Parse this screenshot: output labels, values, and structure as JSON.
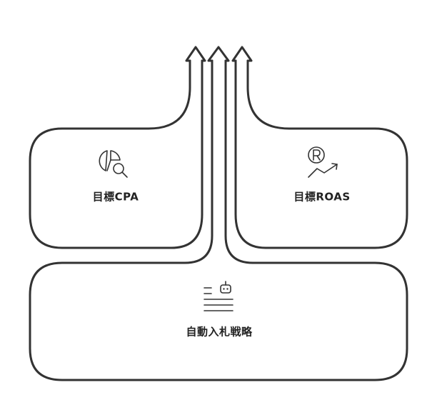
{
  "diagram": {
    "nodes": [
      {
        "id": "target-cpa",
        "label": "目標CPA",
        "icon": "pie-chart-magnifier-icon"
      },
      {
        "id": "target-roas",
        "label": "目標ROAS",
        "icon": "rupee-growth-icon"
      },
      {
        "id": "auto-bidding",
        "label": "自動入札戦略",
        "icon": "robot-lines-icon"
      }
    ],
    "arrows": {
      "count": 3,
      "direction": "up",
      "style": "hollow-outline"
    },
    "colors": {
      "stroke": "#333333",
      "background": "#ffffff"
    }
  }
}
